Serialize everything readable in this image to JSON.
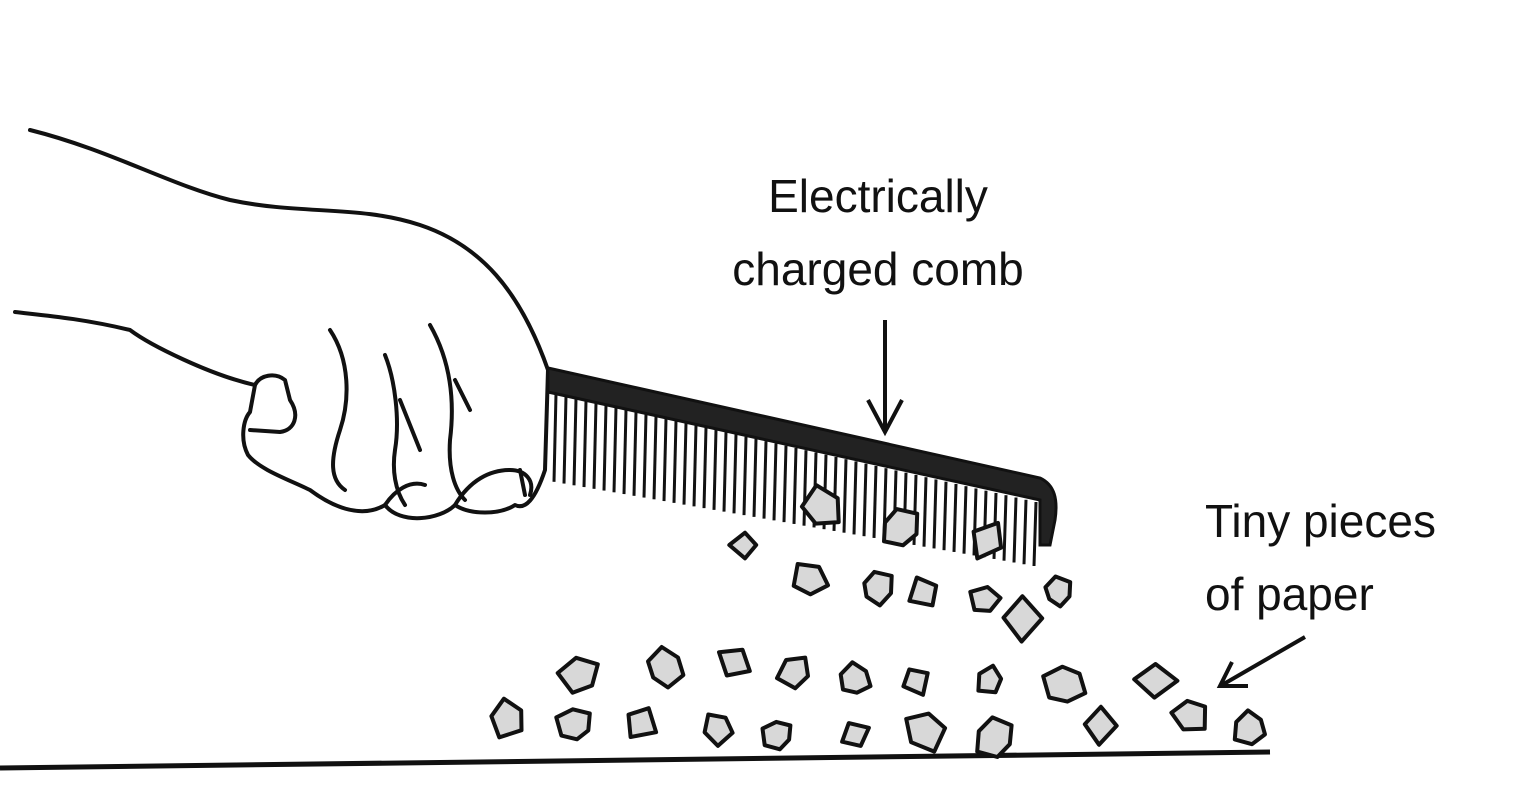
{
  "labels": {
    "comb_line1": "Electrically",
    "comb_line2": "charged comb",
    "paper_line1": "Tiny pieces",
    "paper_line2": "of paper"
  },
  "colors": {
    "ink": "#111111",
    "paper_fill": "#d8d8d8",
    "background": "#ffffff"
  }
}
